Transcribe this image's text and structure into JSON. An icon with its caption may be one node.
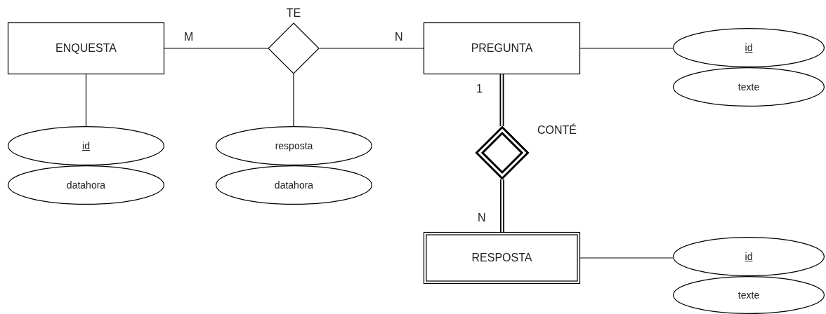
{
  "diagram": {
    "nodes": [
      {
        "text": [
          "ENQUESTA"
        ]
      },
      {
        "text": [
          "TE"
        ]
      },
      {
        "text": [
          "PREGUNTA"
        ]
      },
      {
        "text": [
          "id"
        ]
      },
      {
        "text": [
          "datahora"
        ]
      },
      {
        "text": [
          "resposta"
        ]
      },
      {
        "text": [
          "datahora"
        ]
      },
      {
        "text": [
          "id"
        ]
      },
      {
        "text": [
          "texte"
        ]
      },
      {
        "text": [
          "CONTÉ"
        ]
      },
      {
        "text": [
          "RESPOSTA"
        ]
      },
      {
        "text": [
          "id"
        ]
      },
      {
        "text": [
          "texte"
        ]
      }
    ],
    "edges": [
      {
        "from": 0,
        "to": 1,
        "arrow": "none",
        "label": "M"
      },
      {
        "from": 1,
        "to": 2,
        "arrow": "none",
        "label": "N"
      },
      {
        "from": 0,
        "to": 3,
        "arrow": "none"
      },
      {
        "from": 1,
        "to": 5,
        "arrow": "none"
      },
      {
        "from": 2,
        "to": 7,
        "arrow": "none"
      },
      {
        "from": 2,
        "to": 9,
        "arrow": "none",
        "label": "1",
        "style": "thick"
      },
      {
        "from": 9,
        "to": 10,
        "arrow": "none",
        "label": "N",
        "style": "thick"
      },
      {
        "from": 10,
        "to": 11,
        "arrow": "none"
      }
    ]
  }
}
